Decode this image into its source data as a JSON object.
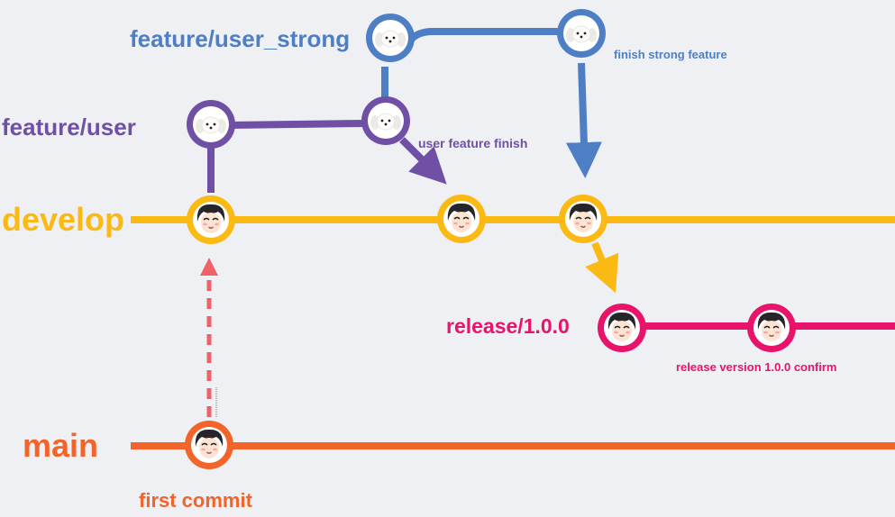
{
  "colors": {
    "background": "#eff0f4",
    "main": "#f26429",
    "develop": "#fbb914",
    "feature_user": "#6f50a4",
    "feature_user_strong": "#4e7fc4",
    "release": "#e8136b",
    "first_commit_link": "#ef6267"
  },
  "branches": {
    "main": "main",
    "develop": "develop",
    "feature_user": "feature/user",
    "feature_user_strong": "feature/user_strong",
    "release": "release/1.0.0"
  },
  "notes": {
    "first_commit": "first commit",
    "user_feature_finish": "user feature finish",
    "finish_strong_feature": "finish strong feature",
    "release_confirm": "release version 1.0.0 confirm"
  },
  "avatars": {
    "person": "boy-face-icon",
    "dog": "puppy-face-icon"
  }
}
